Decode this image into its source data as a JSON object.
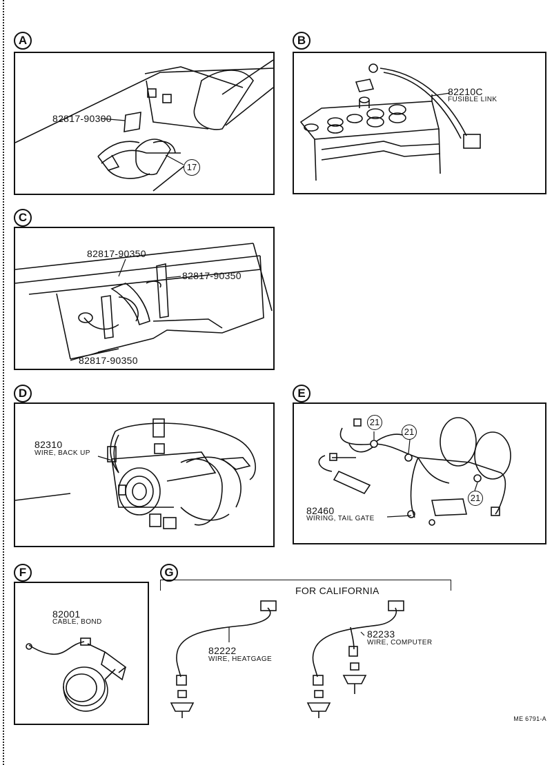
{
  "sections": {
    "a": {
      "letter": "A",
      "part_1": "82817-90300",
      "callout_1": "17"
    },
    "b": {
      "letter": "B",
      "part_1": "82210C",
      "desc_1": "FUSIBLE LINK"
    },
    "c": {
      "letter": "C",
      "part_1": "82817-90350",
      "part_2": "82817-90350",
      "part_3": "82817-90350"
    },
    "d": {
      "letter": "D",
      "part_1": "82310",
      "desc_1": "WIRE, BACK UP"
    },
    "e": {
      "letter": "E",
      "callouts": [
        "21",
        "21",
        "21"
      ],
      "part_1": "82460",
      "desc_1": "WIRING, TAIL GATE"
    },
    "f": {
      "letter": "F",
      "part_1": "82001",
      "desc_1": "CABLE, BOND"
    },
    "g": {
      "letter": "G",
      "header": "FOR CALIFORNIA",
      "part_1": "82222",
      "desc_1": "WIRE, HEATGAGE",
      "part_2": "82233",
      "desc_2": "WIRE, COMPUTER"
    }
  },
  "footer_code": "ME 6791-A"
}
